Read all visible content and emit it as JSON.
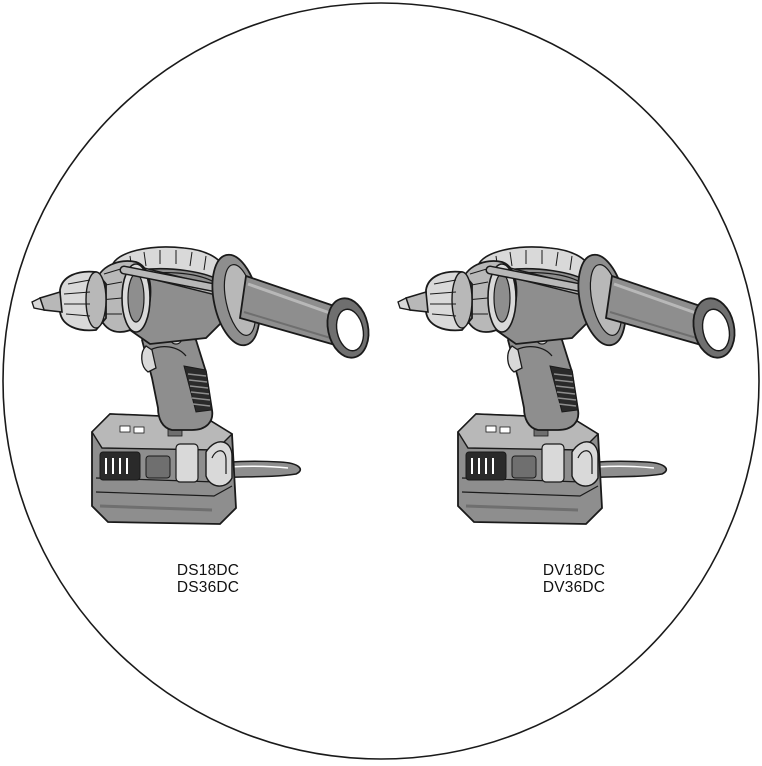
{
  "figure": {
    "tools": [
      {
        "icon": "hammer-drill-with-side-handle-icon",
        "models": [
          "DS18DC",
          "DS36DC"
        ]
      },
      {
        "icon": "hammer-drill-with-side-handle-icon",
        "models": [
          "DV18DC",
          "DV36DC"
        ]
      }
    ]
  },
  "colors": {
    "line": "#1a1a1a",
    "body": "#8e8e8e",
    "body_dark": "#6f6f6f",
    "body_light": "#b8b8b8",
    "metal": "#d9d9d9",
    "background": "#ffffff"
  }
}
